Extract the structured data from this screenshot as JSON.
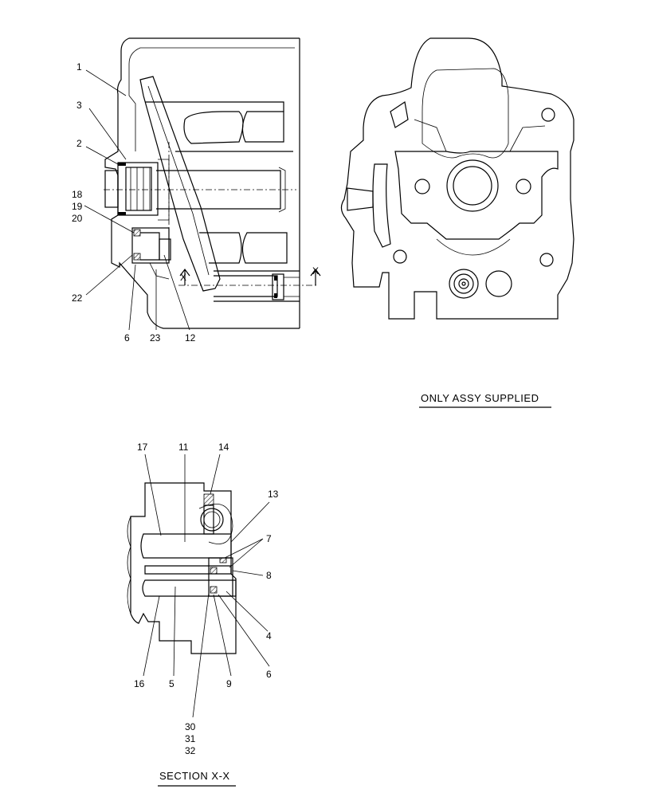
{
  "drawing": {
    "top_labels": [
      {
        "id": "c1",
        "text": "1"
      },
      {
        "id": "c3",
        "text": "3"
      },
      {
        "id": "c2",
        "text": "2"
      },
      {
        "id": "c18",
        "text": "18"
      },
      {
        "id": "c19",
        "text": "19"
      },
      {
        "id": "c20",
        "text": "20"
      },
      {
        "id": "c22",
        "text": "22"
      },
      {
        "id": "c6",
        "text": "6"
      },
      {
        "id": "c23",
        "text": "23"
      },
      {
        "id": "c12",
        "text": "12"
      }
    ],
    "section_marks": [
      "X",
      "X"
    ],
    "bottom_labels": [
      {
        "id": "s17",
        "text": "17"
      },
      {
        "id": "s11",
        "text": "11"
      },
      {
        "id": "s14",
        "text": "14"
      },
      {
        "id": "s13",
        "text": "13"
      },
      {
        "id": "s7",
        "text": "7"
      },
      {
        "id": "s8",
        "text": "8"
      },
      {
        "id": "s4",
        "text": "4"
      },
      {
        "id": "s6",
        "text": "6"
      },
      {
        "id": "s16",
        "text": "16"
      },
      {
        "id": "s5",
        "text": "5"
      },
      {
        "id": "s9",
        "text": "9"
      },
      {
        "id": "s30",
        "text": "30"
      },
      {
        "id": "s31",
        "text": "31"
      },
      {
        "id": "s32",
        "text": "32"
      }
    ],
    "note": "ONLY ASSY SUPPLIED",
    "section_title": "SECTION X-X"
  }
}
